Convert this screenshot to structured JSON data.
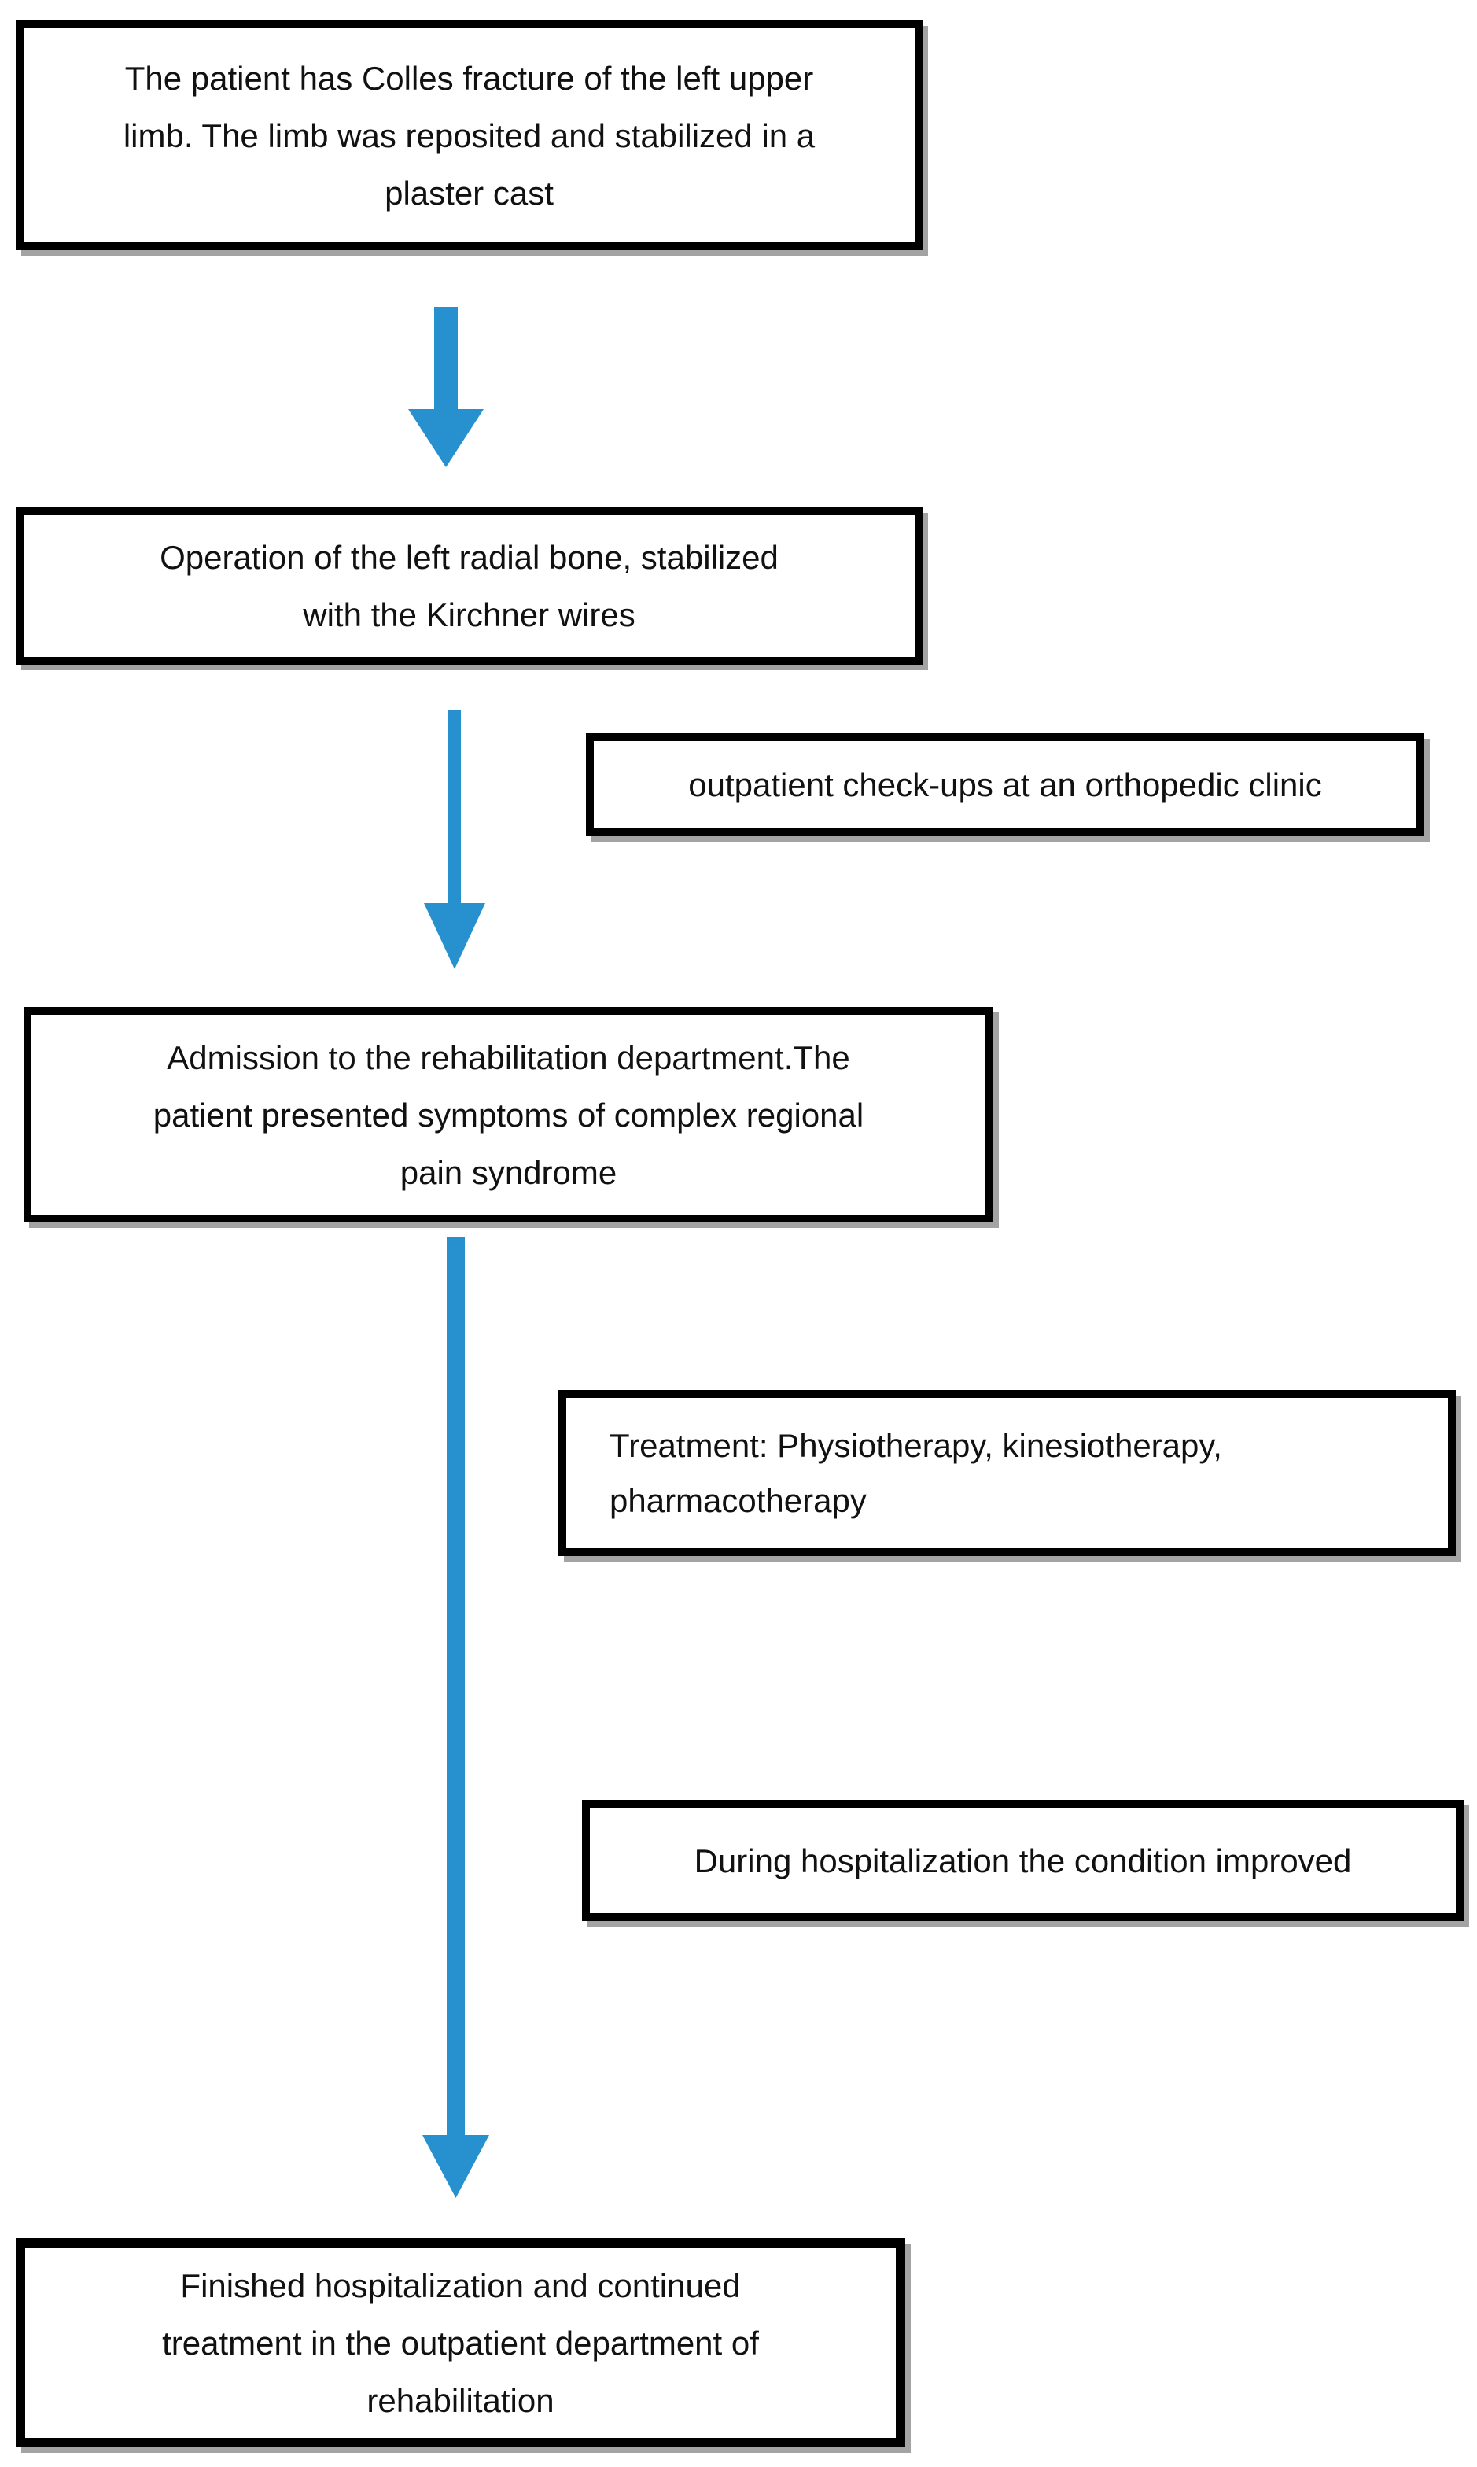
{
  "diagram": {
    "type": "flowchart",
    "colors": {
      "arrow": "#2791CF",
      "box_border": "#000000",
      "box_background": "#ffffff",
      "box_shadow": "#a3a3a3",
      "text": "#111111",
      "page_background": "#ffffff"
    },
    "nodes": {
      "colles": {
        "text": "The patient has Colles fracture of the left upper\nlimb. The limb was reposited and stabilized in a\nplaster cast"
      },
      "operation": {
        "text": "Operation of the left radial bone, stabilized\nwith the Kirchner wires"
      },
      "outpatient": {
        "text": "outpatient check-ups at an orthopedic clinic"
      },
      "admission": {
        "text": "Admission to the rehabilitation department.The\npatient presented symptoms of complex regional\npain syndrome"
      },
      "treatment": {
        "text": "Treatment: Physiotherapy, kinesiotherapy,\npharmacotherapy"
      },
      "improved": {
        "text": "During hospitalization the condition improved"
      },
      "finished": {
        "text": "Finished hospitalization and continued\ntreatment in the outpatient department of\nrehabilitation"
      }
    },
    "edges": [
      {
        "from": "colles",
        "to": "operation"
      },
      {
        "from": "operation",
        "to": "admission",
        "annotation": "outpatient"
      },
      {
        "from": "admission",
        "to": "finished",
        "annotations": [
          "treatment",
          "improved"
        ]
      }
    ]
  }
}
